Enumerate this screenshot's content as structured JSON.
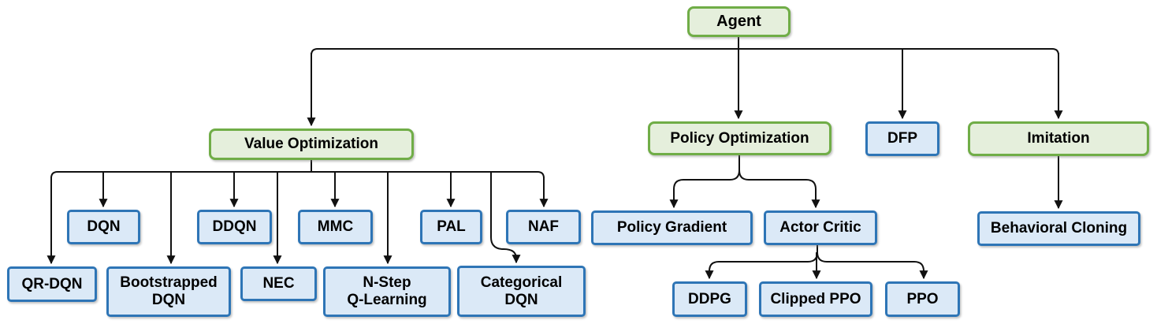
{
  "colors": {
    "green_fill": "#e5efdc",
    "green_border": "#70ad47",
    "blue_fill": "#dbe9f7",
    "blue_border": "#2e75b6",
    "line": "#111111",
    "text": "#000000"
  },
  "nodes": {
    "agent": {
      "label": "Agent",
      "style": "green"
    },
    "value_optimization": {
      "label": "Value Optimization",
      "style": "green"
    },
    "policy_optimization": {
      "label": "Policy Optimization",
      "style": "green"
    },
    "dfp": {
      "label": "DFP",
      "style": "blue"
    },
    "imitation": {
      "label": "Imitation",
      "style": "green"
    },
    "dqn": {
      "label": "DQN",
      "style": "blue"
    },
    "ddqn": {
      "label": "DDQN",
      "style": "blue"
    },
    "mmc": {
      "label": "MMC",
      "style": "blue"
    },
    "pal": {
      "label": "PAL",
      "style": "blue"
    },
    "naf": {
      "label": "NAF",
      "style": "blue"
    },
    "qr_dqn": {
      "label": "QR-DQN",
      "style": "blue"
    },
    "bootstrapped_dqn": {
      "label": "Bootstrapped\nDQN",
      "style": "blue"
    },
    "nec": {
      "label": "NEC",
      "style": "blue"
    },
    "n_step_q_learning": {
      "label": "N-Step\nQ-Learning",
      "style": "blue"
    },
    "categorical_dqn": {
      "label": "Categorical\nDQN",
      "style": "blue"
    },
    "policy_gradient": {
      "label": "Policy Gradient",
      "style": "blue"
    },
    "actor_critic": {
      "label": "Actor Critic",
      "style": "blue"
    },
    "ddpg": {
      "label": "DDPG",
      "style": "blue"
    },
    "clipped_ppo": {
      "label": "Clipped PPO",
      "style": "blue"
    },
    "ppo": {
      "label": "PPO",
      "style": "blue"
    },
    "behavioral_cloning": {
      "label": "Behavioral Cloning",
      "style": "blue"
    }
  },
  "hierarchy": [
    {
      "parent": "Agent",
      "children": [
        "Value Optimization",
        "Policy Optimization",
        "DFP",
        "Imitation"
      ]
    },
    {
      "parent": "Value Optimization",
      "children": [
        "QR-DQN",
        "DQN",
        "Bootstrapped DQN",
        "DDQN",
        "NEC",
        "MMC",
        "N-Step Q-Learning",
        "PAL",
        "Categorical DQN",
        "NAF"
      ]
    },
    {
      "parent": "Policy Optimization",
      "children": [
        "Policy Gradient",
        "Actor Critic"
      ]
    },
    {
      "parent": "Actor Critic",
      "children": [
        "DDPG",
        "Clipped PPO",
        "PPO"
      ]
    },
    {
      "parent": "Imitation",
      "children": [
        "Behavioral Cloning"
      ]
    }
  ]
}
